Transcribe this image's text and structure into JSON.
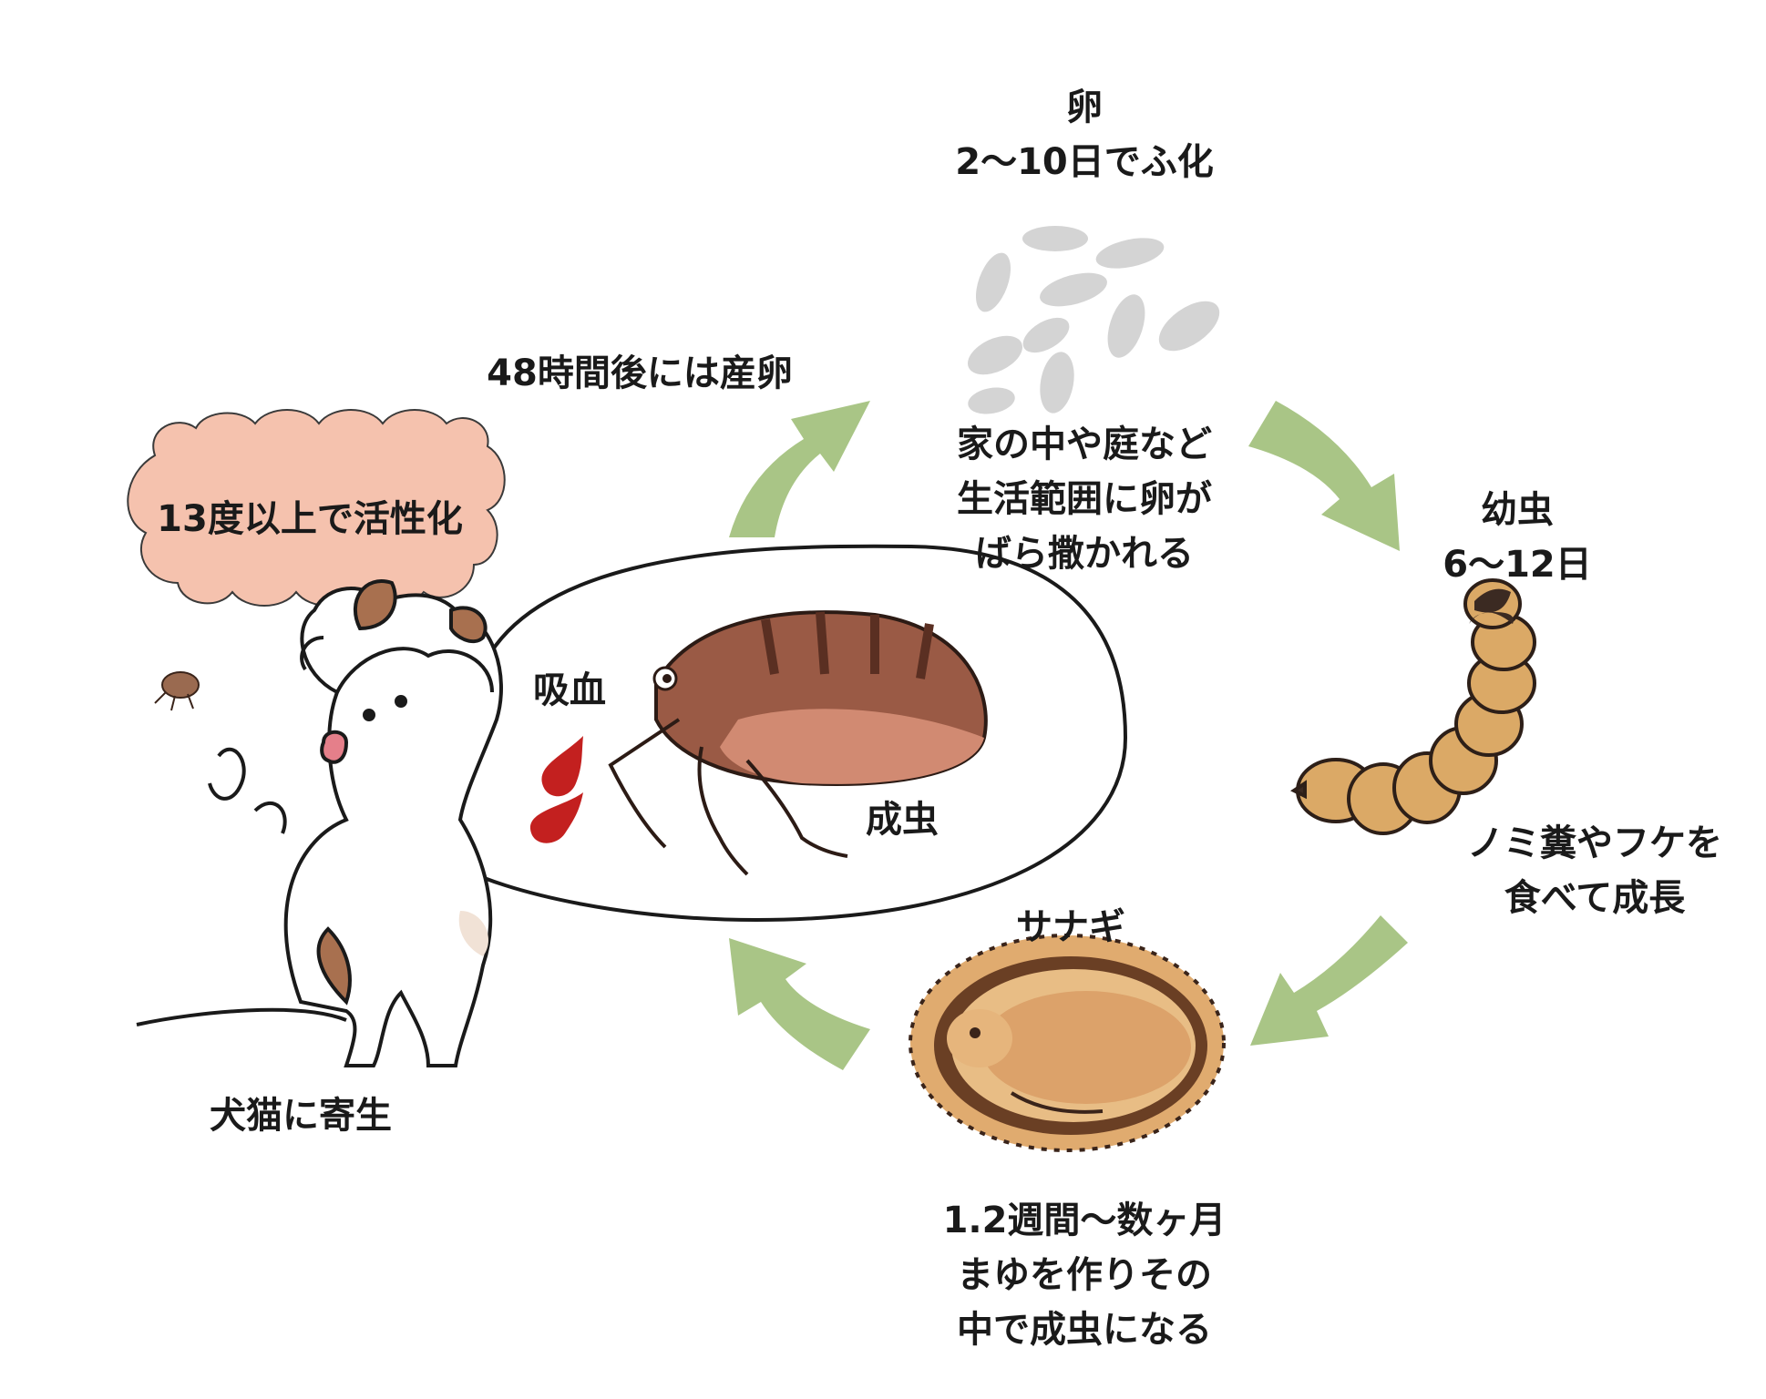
{
  "colors": {
    "arrow": "#a9c586",
    "cloud": "#f5c2ae",
    "flea_body": "#9a5a45",
    "flea_abdomen": "#d18a72",
    "larva": "#dba966",
    "cocoon": "#e0ab6f",
    "egg": "#d4d4d4",
    "blood": "#c3201f",
    "dog_patch": "#a8704f"
  },
  "stages": {
    "egg": {
      "line1": "卵",
      "line2": "2〜10日でふ化",
      "note1": "家の中や庭など",
      "note2": "生活範囲に卵が",
      "note3": "ばら撒かれる"
    },
    "larva": {
      "line1": "幼虫",
      "line2": "6〜12日",
      "note1": "ノミ糞やフケを",
      "note2": "食べて成長"
    },
    "pupa": {
      "title": "サナギ",
      "note1": "1.2週間〜数ヶ月",
      "note2": "まゆを作りその",
      "note3": "中で成虫になる"
    },
    "adult": {
      "lay_eggs": "48時間後には産卵",
      "blood": "吸血",
      "label": "成虫"
    }
  },
  "host": {
    "activation": "13度以上で活性化",
    "caption": "犬猫に寄生"
  },
  "icons": [
    "egg-cluster-icon",
    "larva-icon",
    "pupa-cocoon-icon",
    "adult-flea-icon",
    "blood-drop-icon",
    "dog-icon",
    "small-flea-icon",
    "cycle-arrow-icon"
  ]
}
